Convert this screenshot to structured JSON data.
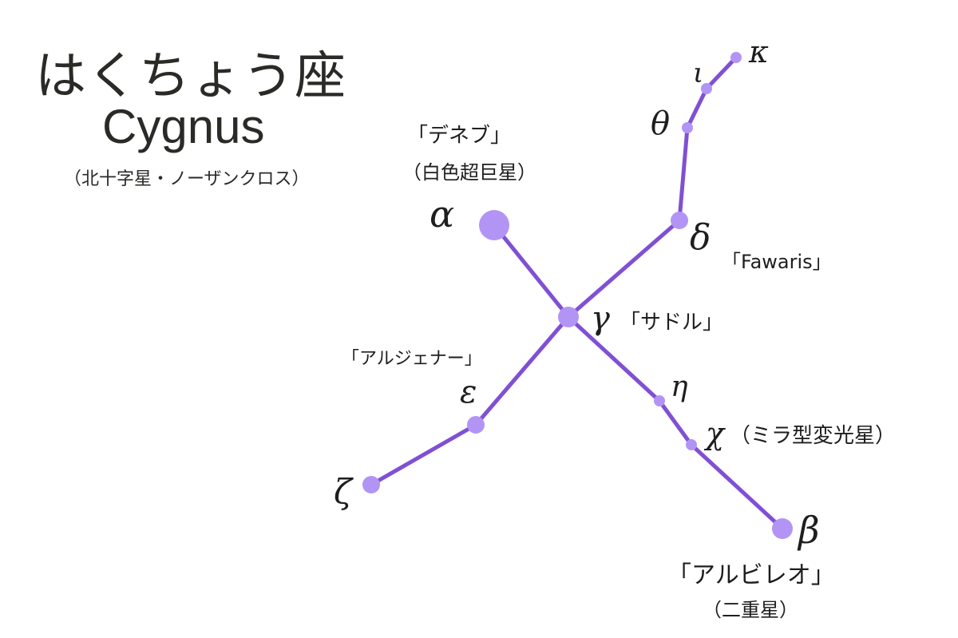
{
  "title": {
    "japanese": "はくちょう座",
    "english": "Cygnus",
    "subtitle": "（北十字星・ノーザンクロス）"
  },
  "colors": {
    "line": "#8050d4",
    "star": "#b294f5",
    "text": "#1e1e1e"
  },
  "stars": [
    {
      "id": "alpha",
      "greek": "α",
      "size": "large"
    },
    {
      "id": "beta",
      "greek": "β",
      "size": "medium"
    },
    {
      "id": "gamma",
      "greek": "γ",
      "size": "medium"
    },
    {
      "id": "delta",
      "greek": "δ",
      "size": "small"
    },
    {
      "id": "epsilon",
      "greek": "ε",
      "size": "small"
    },
    {
      "id": "zeta",
      "greek": "ζ",
      "size": "small"
    },
    {
      "id": "eta",
      "greek": "η",
      "size": "tiny"
    },
    {
      "id": "chi",
      "greek": "χ",
      "size": "tiny"
    },
    {
      "id": "theta",
      "greek": "θ",
      "size": "tiny"
    },
    {
      "id": "iota",
      "greek": "ι",
      "size": "tiny"
    },
    {
      "id": "kappa",
      "greek": "κ",
      "size": "tiny"
    }
  ],
  "connections": [
    [
      "alpha",
      "gamma"
    ],
    [
      "gamma",
      "delta"
    ],
    [
      "delta",
      "theta"
    ],
    [
      "theta",
      "iota"
    ],
    [
      "iota",
      "kappa"
    ],
    [
      "gamma",
      "epsilon"
    ],
    [
      "epsilon",
      "zeta"
    ],
    [
      "gamma",
      "eta"
    ],
    [
      "eta",
      "chi"
    ],
    [
      "chi",
      "beta"
    ]
  ],
  "labels": {
    "alpha_name": "「デネブ」",
    "alpha_desc": "（白色超巨星）",
    "delta_name": "「Fawaris」",
    "gamma_name": "「サドル」",
    "epsilon_name": "「アルジェナー」",
    "chi_desc": "（ミラ型変光星）",
    "beta_name": "「アルビレオ」",
    "beta_desc": "（二重星）"
  }
}
